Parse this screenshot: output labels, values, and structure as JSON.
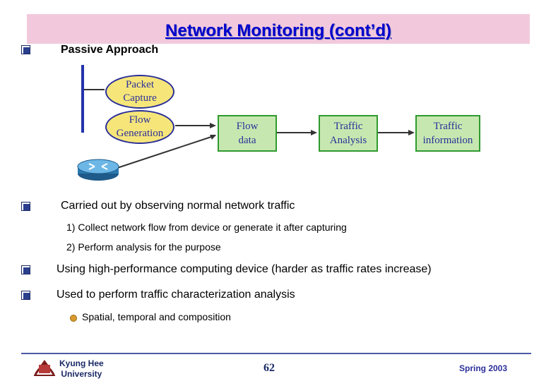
{
  "slide": {
    "title": "Network Monitoring (cont’d)",
    "passive_heading": "Passive Approach",
    "diagram": {
      "packet_capture": [
        "Packet",
        "Capture"
      ],
      "flow_generation": [
        "Flow",
        "Generation"
      ],
      "flow_data": [
        "Flow",
        "data"
      ],
      "traffic_analysis": [
        "Traffic",
        "Analysis"
      ],
      "traffic_information": [
        "Traffic",
        "information"
      ]
    },
    "bullet_1": "Carried out by observing normal network traffic",
    "sub_1": "1) Collect network flow from device or generate it after capturing",
    "sub_2": "2) Perform analysis for the purpose",
    "bullet_2": "Using high-performance computing device (harder as traffic rates increase)",
    "bullet_3": "Used to perform traffic characterization analysis",
    "sub_3": "Spatial, temporal and composition"
  },
  "footer": {
    "university": [
      "Kyung Hee",
      "University"
    ],
    "page_number": "62",
    "term": "Spring 2003"
  },
  "colors": {
    "title_bar": "#f2c9dc",
    "title_text": "#0000cc",
    "ellipse_fill": "#f6e67a",
    "box_fill": "#c6e8b0"
  }
}
